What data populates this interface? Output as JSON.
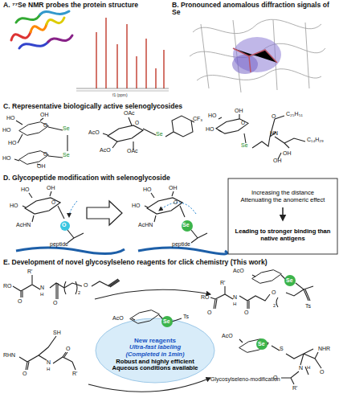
{
  "diagram": {
    "nodes": [
      {
        "text": [
          "Increasing the distance",
          "Attenuating the anomeric effect"
        ]
      },
      {
        "text": [
          "Leading to stronger binding than native antigens"
        ]
      },
      {
        "text": [
          "New reagents",
          "Ultra-fast labeling",
          "(Completed in 1min)",
          "Robust and highly efficient",
          "Aqueous conditions available"
        ]
      }
    ],
    "edges": [
      {
        "from": 0,
        "to": 1,
        "arrow": "to"
      }
    ],
    "labels": [
      "A. ⁷⁷Se NMR probes the protein structure",
      "f1 (ppm)",
      "B. Pronounced anomalous diffraction signals of Se",
      "C. Representative biologically active selenoglycosides",
      "HO",
      "OH",
      "HO",
      "O",
      "Se",
      "Se",
      "HO",
      "O",
      "HO",
      "OH",
      "OAc",
      "AcO",
      "O",
      "AcO",
      "OAc",
      "Se",
      "CF₃",
      "HO",
      "OH",
      "HO",
      "O",
      "Se",
      "O",
      "C₂₅H₅₁",
      "HN",
      "OH",
      "OH",
      "C₁₄H₂₉",
      "D. Glycopeptide modification with selenoglycoside",
      "HO",
      "OH",
      "HO",
      "O",
      "AcHN",
      "O",
      "peptide",
      "HO",
      "OH",
      "HO",
      "O",
      "AcHN",
      "Se",
      "peptide",
      "E. Development of novel glycosylseleno reagents for click chemistry (This work)",
      "R'",
      "RO",
      "O",
      "N",
      "H",
      "O",
      "2",
      "O",
      "AcO",
      "Se",
      "Ts",
      "AcO",
      "Se",
      "R'",
      "RO",
      "O",
      "N",
      "H",
      "O",
      "2",
      "O",
      "Ts",
      "SH",
      "RHN",
      "O",
      "N",
      "H",
      "O",
      "R'",
      "AcO",
      "Se",
      "S",
      "NHR",
      "O",
      "N",
      "H",
      "O",
      "R'",
      "Glycosylseleno-modification"
    ]
  }
}
